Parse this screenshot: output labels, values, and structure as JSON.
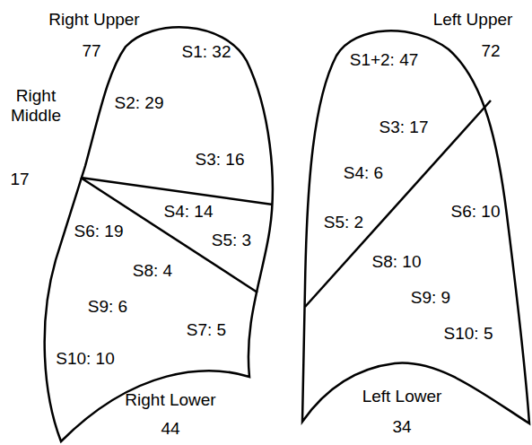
{
  "diagram": {
    "labels": [
      "Right Upper",
      "77",
      "Left Upper",
      "72",
      "S1: 32",
      "S1+2: 47",
      "Right Middle",
      "17",
      "S2: 29",
      "S3: 17",
      "S3: 16",
      "S4: 6",
      "S4: 14",
      "S6: 10",
      "S5: 2",
      "S6: 19",
      "S5: 3",
      "S8: 10",
      "S8: 4",
      "S9: 9",
      "S9: 6",
      "S7: 5",
      "S10: 5",
      "S10: 10",
      "Right Lower",
      "44",
      "Left Lower",
      "34"
    ]
  }
}
